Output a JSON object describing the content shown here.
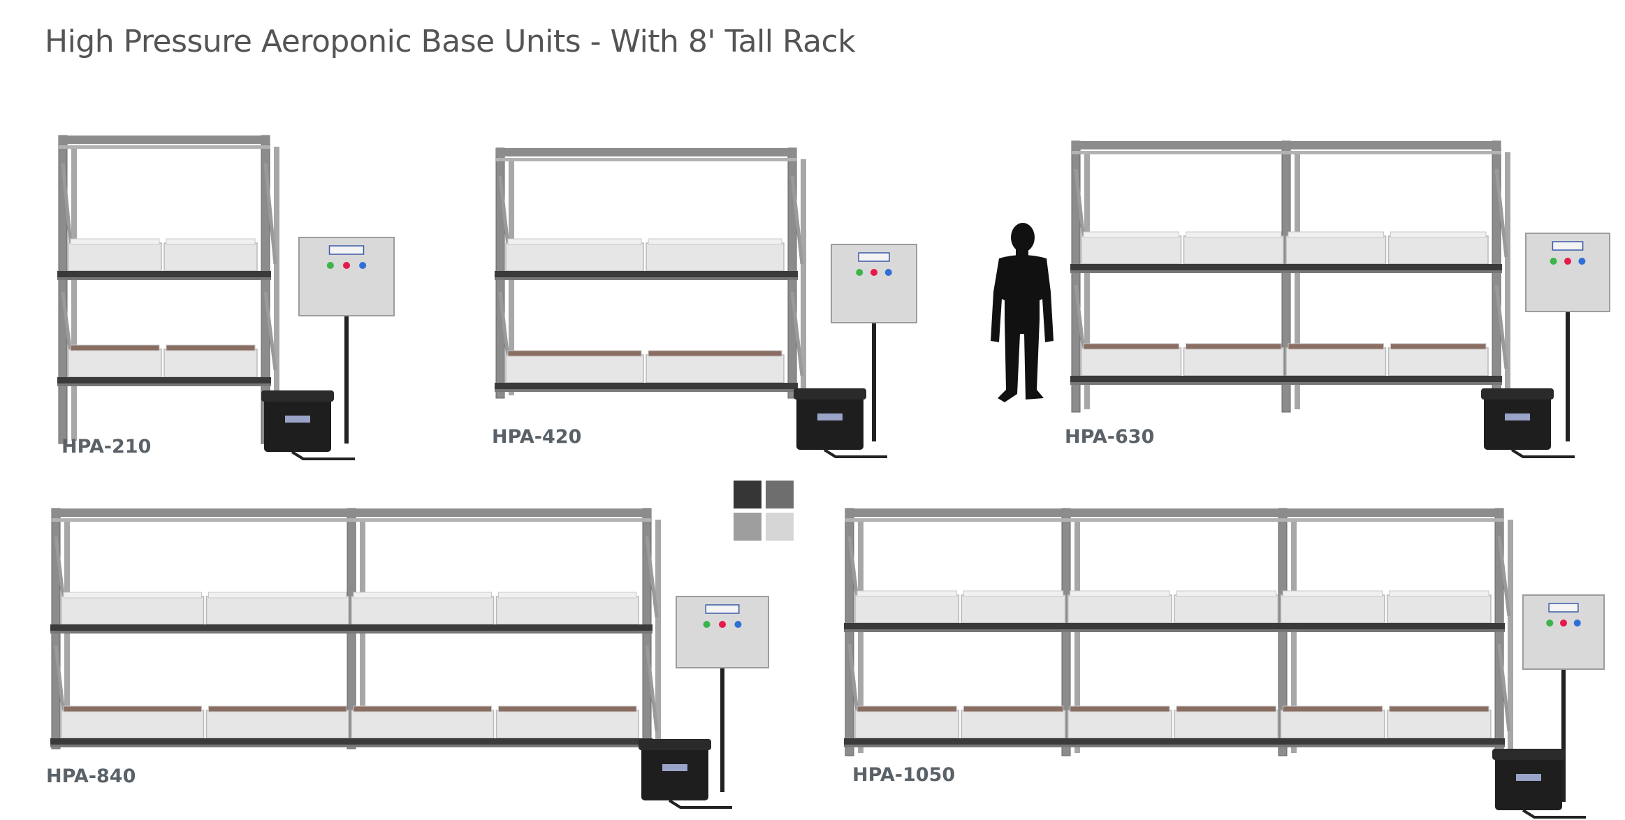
{
  "title": "High Pressure Aeroponic Base Units - With 8' Tall Rack",
  "units": [
    {
      "label": "HPA-210",
      "bays": 1
    },
    {
      "label": "HPA-420",
      "bays": 1
    },
    {
      "label": "HPA-630",
      "bays": 2
    },
    {
      "label": "HPA-840",
      "bays": 2
    },
    {
      "label": "HPA-1050",
      "bays": 3
    }
  ],
  "swatch_colors": [
    "#363636",
    "#6e6e6e",
    "#9e9e9e",
    "#d6d6d6"
  ],
  "colors": {
    "rack_frame": "#8c8c8c",
    "rack_dark": "#3a3a3a",
    "tray": "#e6e6e6",
    "control_box": "#d9d9d9",
    "reservoir": "#1e1e1e",
    "indicator_lights": [
      "#3cb44b",
      "#e6194b",
      "#2f6fd6"
    ]
  }
}
